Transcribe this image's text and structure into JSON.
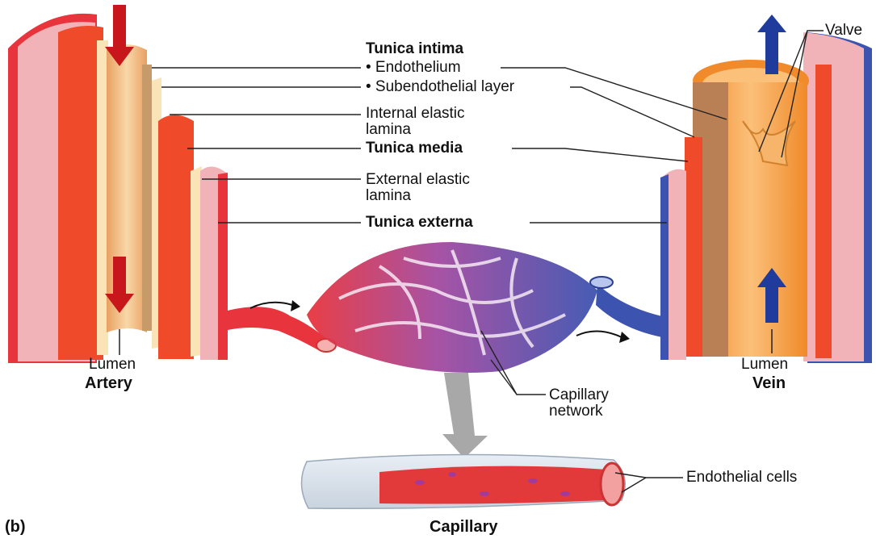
{
  "labels": {
    "tunica_intima": "Tunica intima",
    "endothelium": "• Endothelium",
    "subendothelial_layer": "• Subendothelial layer",
    "internal_elastic_line1": "Internal elastic",
    "internal_elastic_line2": "lamina",
    "tunica_media": "Tunica media",
    "external_elastic_line1": "External elastic",
    "external_elastic_line2": "lamina",
    "tunica_externa": "Tunica externa",
    "valve": "Valve",
    "artery_lumen": "Lumen",
    "artery": "Artery",
    "vein_lumen": "Lumen",
    "vein": "Vein",
    "capillary_network_line1": "Capillary",
    "capillary_network_line2": "network",
    "endothelial_cells": "Endothelial cells",
    "capillary": "Capillary",
    "panel_letter": "(b)"
  },
  "colors": {
    "artery_red": "#e8343c",
    "artery_media": "#ef4b2a",
    "adventitia_pink": "#f1b3b8",
    "intima_tan": "#f4c89a",
    "vein_blue": "#3d53b0",
    "vein_orange": "#f59a3a",
    "capillary_purple": "#8a56b0",
    "flow_arrow_red": "#c8161d",
    "flow_arrow_blue": "#1f3b9c"
  }
}
